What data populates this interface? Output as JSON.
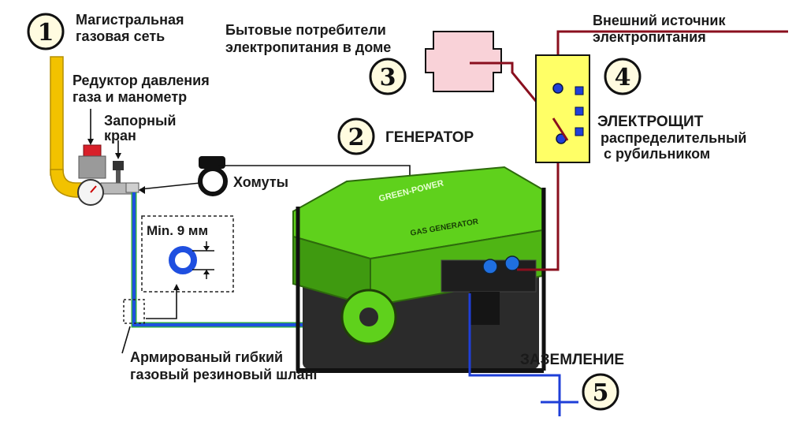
{
  "labels": {
    "gas_main_line1": "Магистральная",
    "gas_main_line2": "газовая сеть",
    "reducer_line1": "Редуктор давления",
    "reducer_line2": "газа и манометр",
    "valve_line1": "Запорный",
    "valve_line2": "кран",
    "clamps": "Хомуты",
    "min_diameter": "Min. 9 мм",
    "hose_line1": "Армированый гибкий",
    "hose_line2": "газовый резиновый шланг",
    "consumers_line1": "Бытовые потребители",
    "consumers_line2": "электропитания в доме",
    "generator": "ГЕНЕРАТОР",
    "external_line1": "Внешний источник",
    "external_line2": "электропитания",
    "panel_line1": "ЭЛЕКТРОЩИТ",
    "panel_line2": "распределительный",
    "panel_line3": "с рубильником",
    "grounding": "ЗАЗЕМЛЕНИЕ",
    "generator_brand": "GREEN-POWER",
    "generator_model": "GAS GENERATOR"
  },
  "markers": {
    "m1": "1",
    "m2": "2",
    "m3": "3",
    "m4": "4",
    "m5": "5"
  },
  "colors": {
    "gas_pipe": "#f2c200",
    "hose": "#1f4fe0",
    "hose_edge": "#2ea84a",
    "power_wire": "#8a0f1e",
    "ground_wire": "#1f3fd8",
    "generator_body": "#5fd11c",
    "panel_fill": "#ffff66",
    "consumer_fill": "#f9d2d8",
    "marker_fill": "#fffbe0"
  }
}
